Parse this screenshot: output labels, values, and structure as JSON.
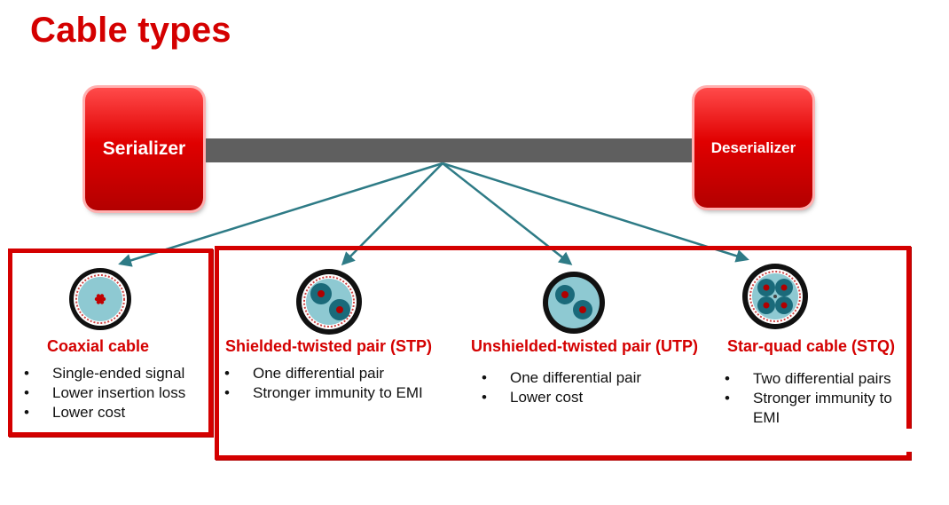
{
  "title": "Cable types",
  "serializer_label": "Serializer",
  "deserializer_label": "Deserializer",
  "cables": [
    {
      "name": "Coaxial cable",
      "bullets": [
        "Single-ended signal",
        "Lower insertion loss",
        "Lower cost"
      ]
    },
    {
      "name": "Shielded-twisted pair (STP)",
      "bullets": [
        "One differential pair",
        "Stronger immunity to EMI"
      ]
    },
    {
      "name": "Unshielded-twisted pair (UTP)",
      "bullets": [
        "One differential pair",
        "Lower cost"
      ]
    },
    {
      "name": "Star-quad cable (STQ)",
      "bullets": [
        "Two differential pairs",
        "Stronger immunity to EMI"
      ]
    }
  ],
  "colors": {
    "accent": "#d40000",
    "wire": "#5f5f5f",
    "arrow": "#2e7b86",
    "conductor": "#1a6a7a",
    "insulation": "#8ec9d2"
  }
}
